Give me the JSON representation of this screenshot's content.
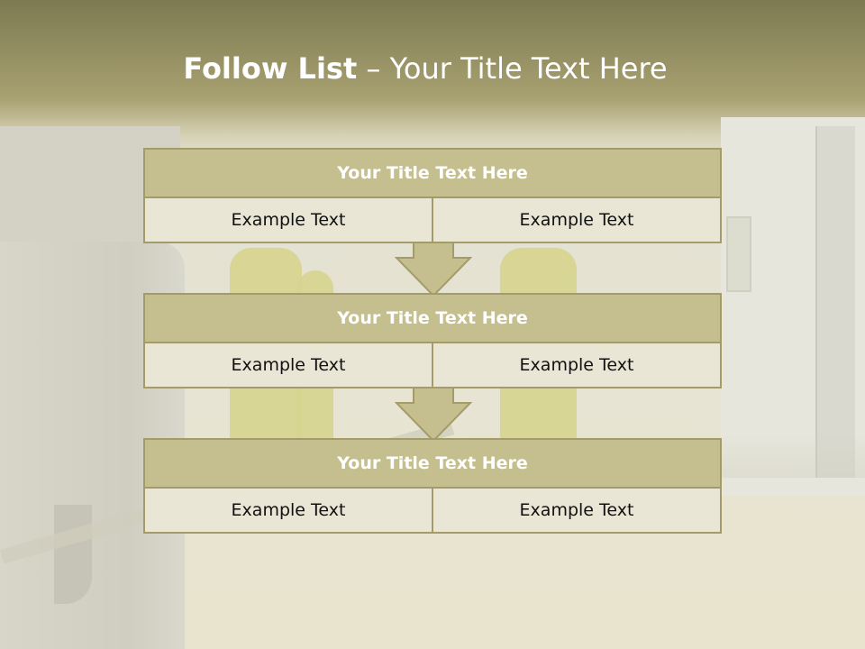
{
  "slide": {
    "title_bold": "Follow List",
    "title_rest": " – Your Title Text Here",
    "accent_color": "#c5bf8f",
    "border_color": "#a39c6a",
    "cell_color": "#e9e6d6"
  },
  "blocks": [
    {
      "title": "Your Title Text Here",
      "cells": [
        "Example Text",
        "Example Text"
      ]
    },
    {
      "title": "Your Title Text Here",
      "cells": [
        "Example Text",
        "Example Text"
      ]
    },
    {
      "title": "Your Title Text Here",
      "cells": [
        "Example Text",
        "Example Text"
      ]
    }
  ],
  "arrow_icon": "down-arrow-icon"
}
